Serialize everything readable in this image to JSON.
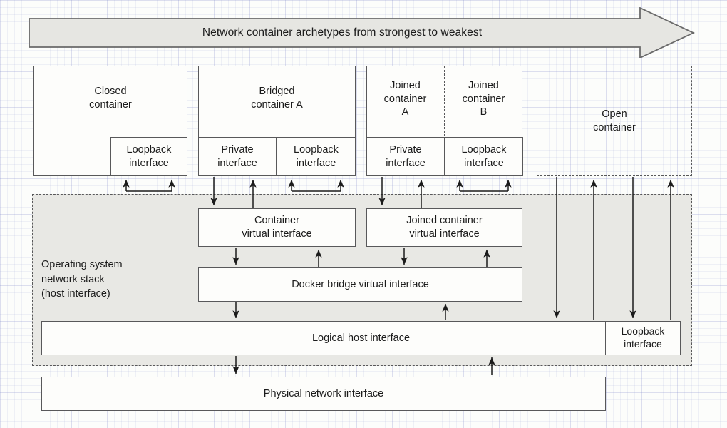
{
  "banner": {
    "label": "Network container archetypes from strongest to weakest",
    "fill": "#e6e6e2",
    "stroke": "#6a6a6a"
  },
  "colors": {
    "box_fill": "#fdfdfb",
    "box_stroke": "#58585a",
    "os_fill": "#e8e8e4",
    "page_bg": "#fcfdfb",
    "grid": "#c9cde8",
    "text": "#1b1b1b"
  },
  "containers": [
    {
      "id": "closed-container",
      "title": "Closed\ncontainer",
      "style": "solid",
      "interfaces": [
        {
          "id": "closed-loopback",
          "label": "Loopback\ninterface"
        }
      ]
    },
    {
      "id": "bridged-container-a",
      "title": "Bridged\ncontainer A",
      "style": "solid",
      "interfaces": [
        {
          "id": "bridged-private",
          "label": "Private\ninterface"
        },
        {
          "id": "bridged-loopback",
          "label": "Loopback\ninterface"
        }
      ]
    },
    {
      "id": "joined-container-a",
      "title": "Joined\ncontainer\nA",
      "style": "solid",
      "interfaces": [
        {
          "id": "joined-private",
          "label": "Private\ninterface"
        }
      ]
    },
    {
      "id": "joined-container-b",
      "title": "Joined\ncontainer\nB",
      "style": "solid-dashed-divider",
      "interfaces": [
        {
          "id": "joined-loopback",
          "label": "Loopback\ninterface"
        }
      ]
    },
    {
      "id": "open-container",
      "title": "Open\ncontainer",
      "style": "dashed",
      "interfaces": []
    }
  ],
  "os_stack": {
    "label": "Operating system\nnetwork stack\n(host interface)",
    "boxes": [
      {
        "id": "container-virtual-interface",
        "label": "Container\nvirtual interface"
      },
      {
        "id": "joined-container-virtual-interface",
        "label": "Joined container\nvirtual interface"
      },
      {
        "id": "docker-bridge-virtual-interface",
        "label": "Docker bridge virtual interface"
      },
      {
        "id": "logical-host-interface",
        "label": "Logical host interface"
      },
      {
        "id": "host-loopback-interface",
        "label": "Loopback\ninterface"
      }
    ]
  },
  "physical": {
    "id": "physical-network-interface",
    "label": "Physical network interface"
  }
}
